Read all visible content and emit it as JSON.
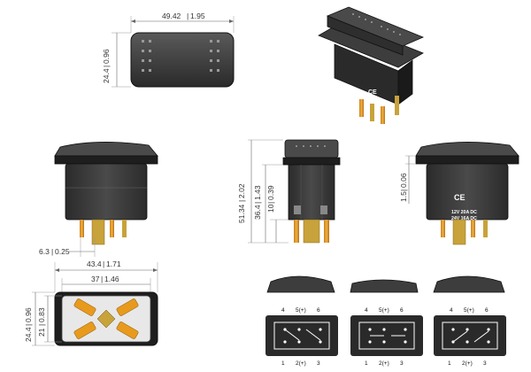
{
  "dimensions": {
    "top_width": "49.42",
    "top_width_in": "1.95",
    "top_height": "24.4",
    "top_height_in": "0.96",
    "overall_height": "51.34",
    "overall_height_in": "2.02",
    "body_height": "36.4",
    "body_height_in": "1.43",
    "terminal_len": "10",
    "terminal_len_in": "0.39",
    "terminal_offset": "6.3",
    "terminal_offset_in": "0.25",
    "bezel_thick": "1.5",
    "bezel_thick_in": "0.06",
    "panel_width": "43.4",
    "panel_width_in": "1.71",
    "cutout_width": "37",
    "cutout_width_in": "1.46",
    "bottom_height": "24.4",
    "bottom_height_in": "0.96",
    "cutout_height": "21",
    "cutout_height_in": "0.83"
  },
  "labels": {
    "ce_mark": "CE",
    "spec_line1": "12V 20A DC",
    "spec_line2": "24V 16A DC"
  },
  "schematics": [
    {
      "top": [
        "4",
        "5(+)",
        "6"
      ],
      "bottom": [
        "1",
        "2(+)",
        "3"
      ]
    },
    {
      "top": [
        "4",
        "5(+)",
        "6"
      ],
      "bottom": [
        "1",
        "2(+)",
        "3"
      ]
    },
    {
      "top": [
        "4",
        "5(+)",
        "6"
      ],
      "bottom": [
        "1",
        "2(+)",
        "3"
      ]
    }
  ],
  "colors": {
    "body": "#3a3a3a",
    "body_dark": "#1e1e1e",
    "terminal": "#e89a1c",
    "terminal_brass": "#c8a23a"
  }
}
